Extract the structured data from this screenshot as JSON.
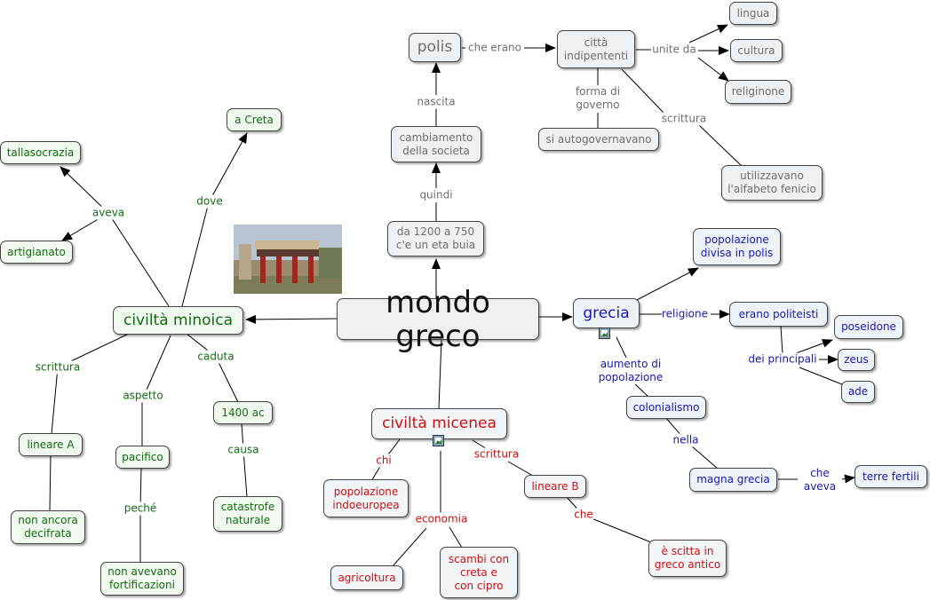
{
  "nodes": {
    "mondo_greco": "mondo greco",
    "civilta_minoica": "civiltà minoica",
    "a_creta": "a Creta",
    "tallasocrazia": "tallasocrazia",
    "artigianato": "artigianato",
    "lineare_a": "lineare A",
    "non_ancora_decifrata": "non ancora\ndecifrata",
    "pacifico": "pacifico",
    "non_avevano_fortificazioni": "non avevano\nfortificazioni",
    "anno_1400": "1400 ac",
    "catastrofe_naturale": "catastrofe\nnaturale",
    "civilta_micenea": "civiltà micenea",
    "popolazione_indoeuropea": "popolazione\nindoeuropea",
    "agricoltura": "agricoltura",
    "scambi": "scambi con\ncreta e\ncon cipro",
    "lineare_b": "lineare B",
    "greco_antico": "è scitta in\ngreco antico",
    "grecia": "grecia",
    "popolazione_divisa": "popolazione\ndivisa in polis",
    "politeisti": "erano  politeisti",
    "poseidone": "poseidone",
    "zeus": "zeus",
    "ade": "ade",
    "colonialismo": "colonialismo",
    "magna_grecia": "magna grecia",
    "terre_fertili": "terre fertili",
    "eta_buia": "da 1200 a 750\nc'e un eta buia",
    "cambiamento": "cambiamento\ndella societa",
    "polis": "polis",
    "citta_indipendenti": "città\nindipententi",
    "lingua": "lingua",
    "cultura": "cultura",
    "religione_node": "religinone",
    "autogovernavano": "si autogovernavano",
    "alfabeto": "utilizzavano\nl'alfabeto fenicio"
  },
  "links": {
    "aveva": "aveva",
    "dove": "dove",
    "scrittura_minoica": "scrittura",
    "aspetto": "aspetto",
    "caduta": "caduta",
    "peche": "peché",
    "causa": "causa",
    "chi": "chi",
    "economia": "economia",
    "scrittura_micenea": "scrittura",
    "che_micenea": "che",
    "religione": "religione",
    "dei_principali": "dei principali",
    "aumento": "aumento di\npopolazione",
    "nella": "nella",
    "che_aveva": "che\naveva",
    "quindi": "quindi",
    "nascita": "nascita",
    "che_erano": "che erano",
    "unite_da": "unite da",
    "forma_di_governo": "forma di\ngoverno",
    "scrittura_citta": "scrittura"
  },
  "colors": {
    "green": "#116d11",
    "red": "#d30d0d",
    "blue": "#1717b8",
    "gray": "#6e6e6e",
    "line": "#000000"
  }
}
